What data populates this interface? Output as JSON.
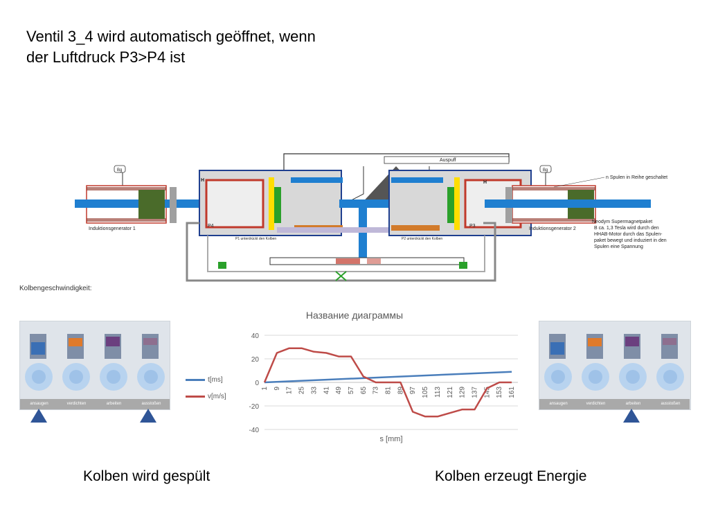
{
  "title_line1": "Ventil 3_4 wird automatisch geöffnet, wenn",
  "title_line2": "der Luftdruck P3>P4 ist",
  "diagram": {
    "exhaust_label": "Auspuff",
    "gen1_label": "Induktionsgenerator 1",
    "gen2_label": "Induktionsgenerator 2",
    "coils_label": "n Spulen in Reihe geschaltet",
    "magnet_note": [
      "Neodym Supermagnetpaket",
      "B ca. 1,3 Tesla wird durch den",
      "HHAB-Motor durch das Spulen-",
      "paket bewegt und induziert in den",
      "Spulen eine Spannung"
    ],
    "p1_label": "P1 unterdrückt den Kolben",
    "p2_label": "P2 unterdrückt den Kolben",
    "p3": "P3",
    "p4": "P4",
    "h": "H",
    "gauge": "Bg"
  },
  "speed_label": "Kolbengeschwindigkeit:",
  "engine_steps": [
    "ansaugen",
    "verdichten",
    "arbeiten",
    "ausstoßen"
  ],
  "caption_left": "Kolben wird gespült",
  "caption_right": "Kolben erzeugt Energie",
  "colors": {
    "series_t": "#4a7ebb",
    "series_v": "#be4b48",
    "triangle": "#2f5597"
  },
  "chart_data": {
    "type": "line",
    "title": "Название диаграммы",
    "xlabel": "s [mm]",
    "ylabel": "",
    "ylim": [
      -40,
      40
    ],
    "yticks": [
      40,
      20,
      0,
      -20,
      -40
    ],
    "xticks": [
      1,
      9,
      17,
      25,
      33,
      41,
      49,
      57,
      65,
      73,
      81,
      89,
      97,
      105,
      113,
      121,
      129,
      137,
      145,
      153,
      161
    ],
    "grid": true,
    "legend": "right",
    "series": [
      {
        "name": "t[ms]",
        "x": [
          1,
          161
        ],
        "y": [
          0,
          9
        ]
      },
      {
        "name": "v[m/s]",
        "x": [
          1,
          9,
          17,
          25,
          33,
          41,
          49,
          57,
          65,
          73,
          81,
          89,
          97,
          105,
          113,
          121,
          129,
          137,
          145,
          153,
          161
        ],
        "y": [
          0,
          25,
          29,
          29,
          26,
          25,
          22,
          22,
          5,
          0,
          0,
          0,
          -25,
          -29,
          -29,
          -26,
          -23,
          -23,
          -5,
          0,
          0
        ]
      }
    ]
  }
}
